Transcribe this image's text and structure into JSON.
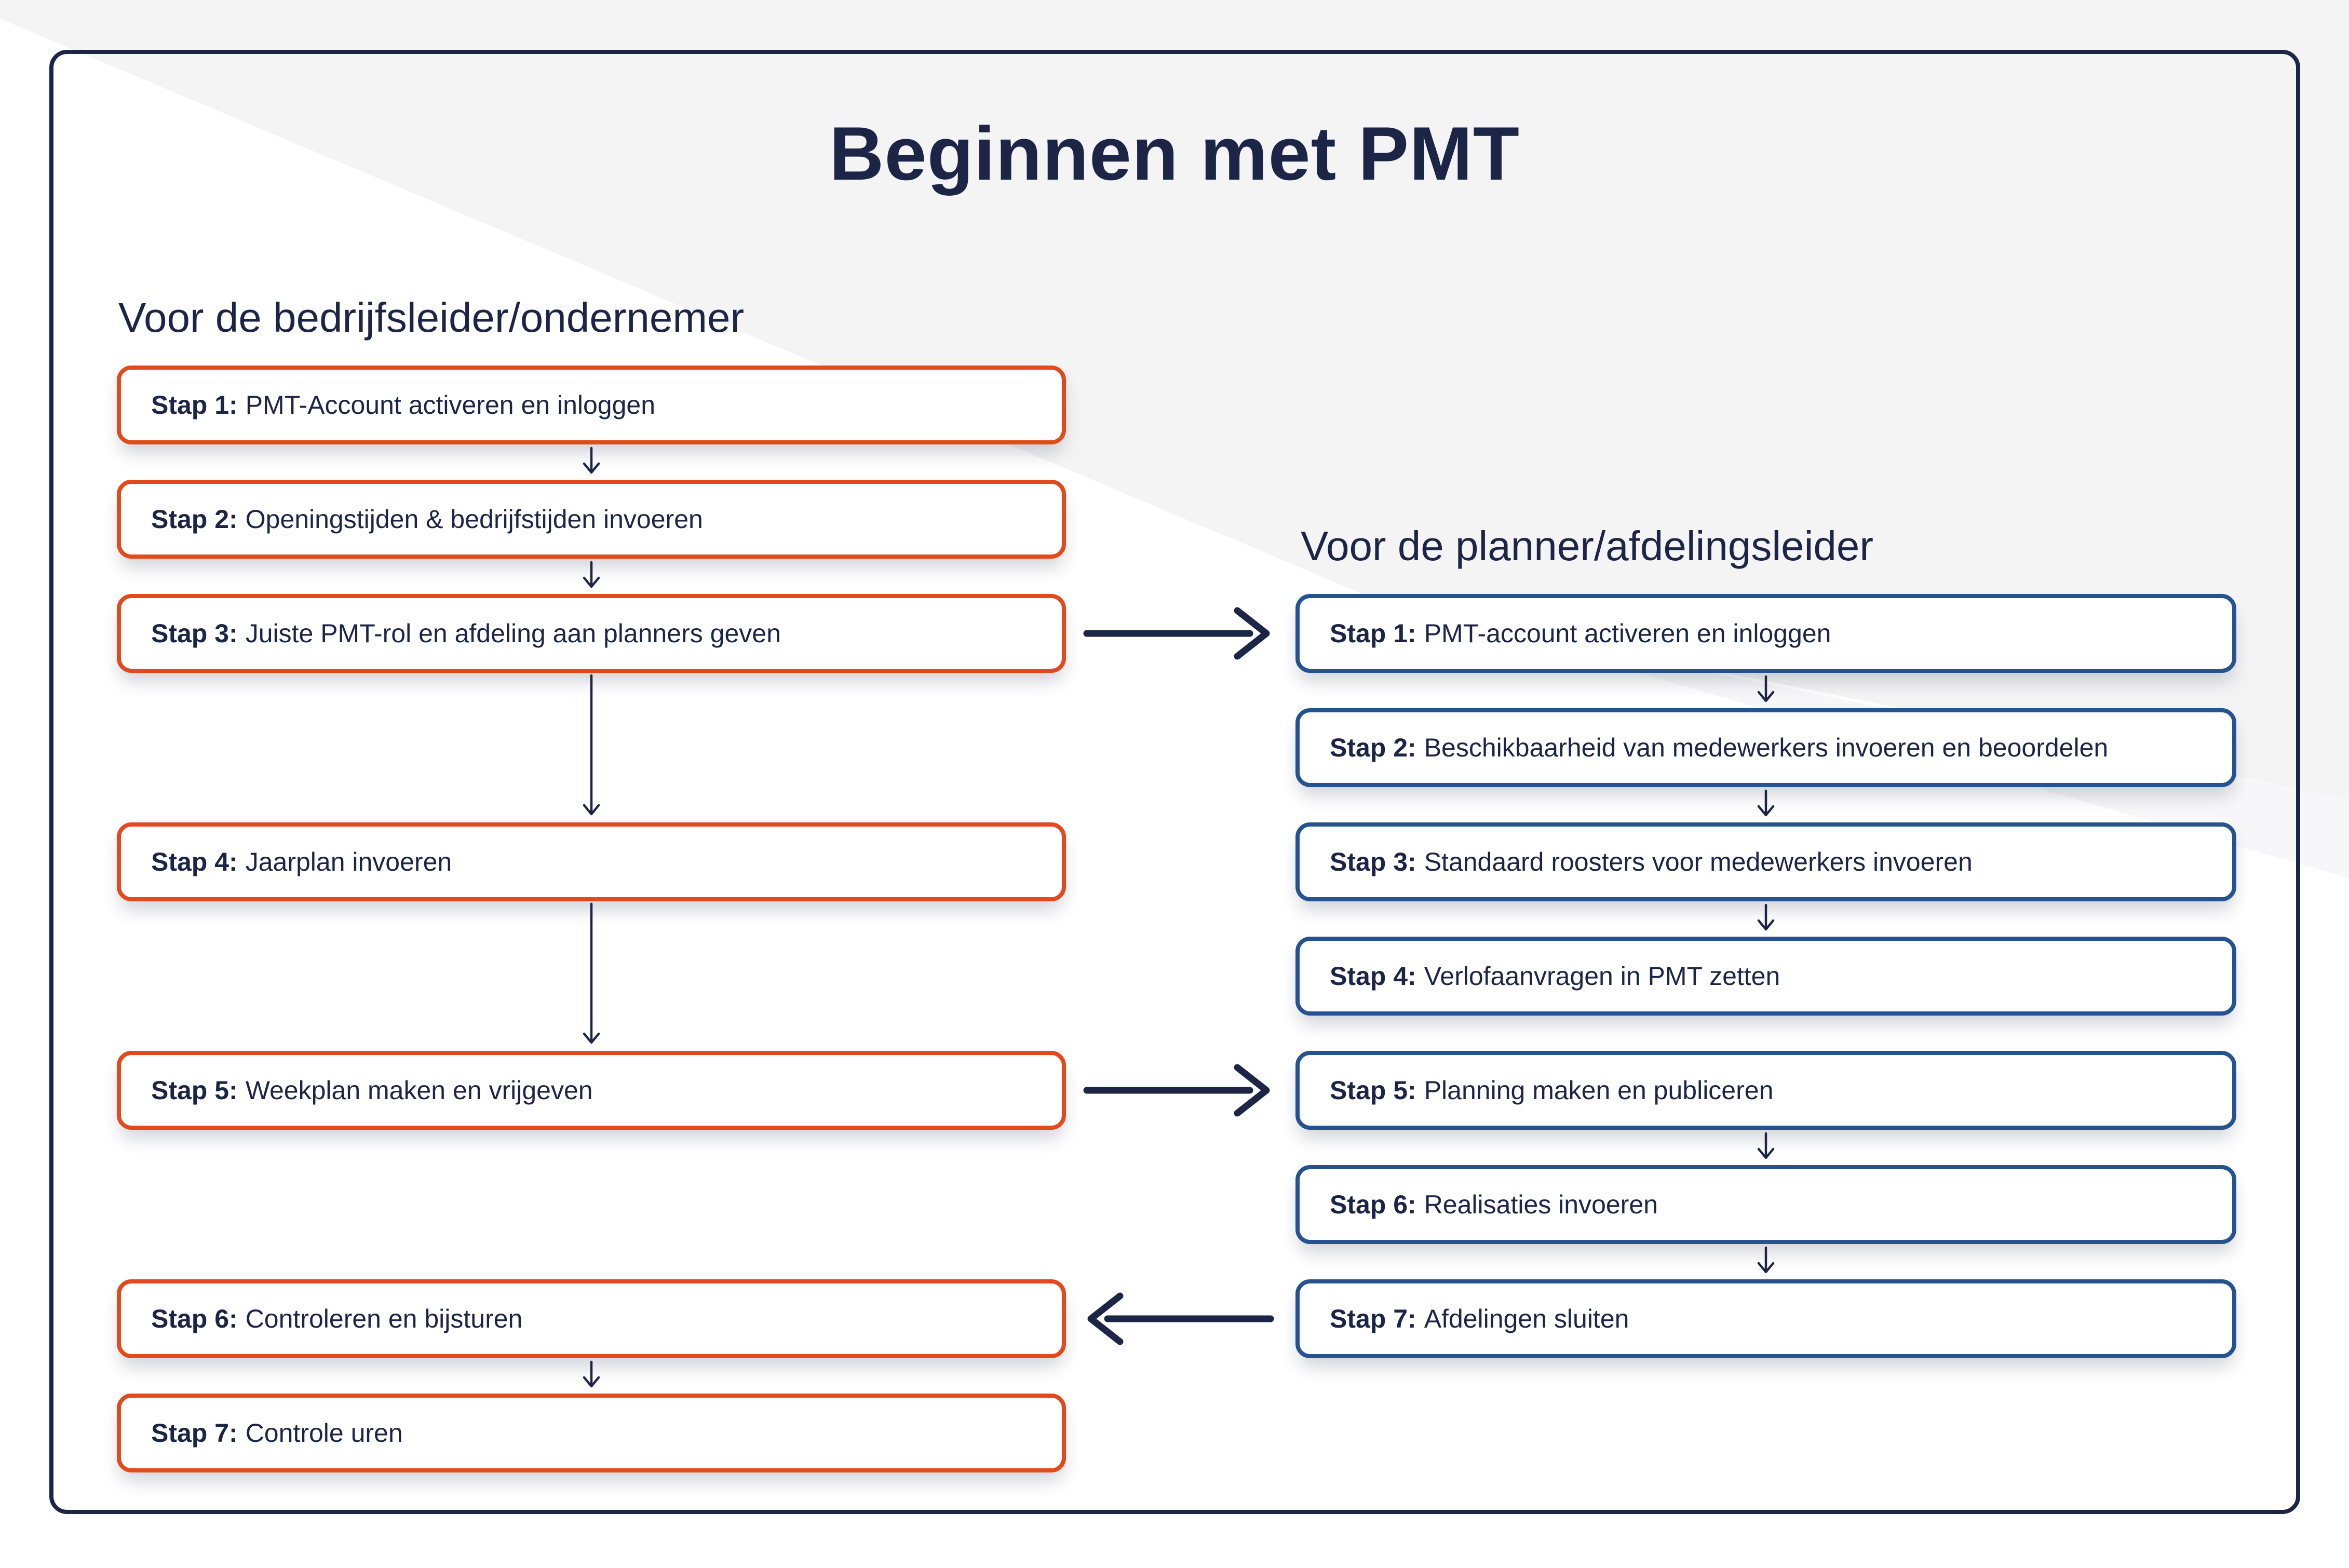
{
  "page": {
    "title": "Beginnen met PMT"
  },
  "colors": {
    "navy": "#1D2547",
    "orange": "#E2491B",
    "blue": "#25538F",
    "background_gray": "#F4F4F5"
  },
  "left_column": {
    "header": "Voor de bedrijfsleider/ondernemer",
    "steps": [
      {
        "prefix": "Stap 1:",
        "text": "PMT-Account activeren en inloggen"
      },
      {
        "prefix": "Stap 2:",
        "text": "Openingstijden & bedrijfstijden invoeren"
      },
      {
        "prefix": "Stap 3:",
        "text": "Juiste PMT-rol en afdeling aan planners geven"
      },
      {
        "prefix": "Stap 4:",
        "text": "Jaarplan invoeren"
      },
      {
        "prefix": "Stap 5:",
        "text": "Weekplan maken en vrijgeven"
      },
      {
        "prefix": "Stap 6:",
        "text": "Controleren en bijsturen"
      },
      {
        "prefix": "Stap 7:",
        "text": "Controle uren"
      }
    ]
  },
  "right_column": {
    "header": "Voor de planner/afdelingsleider",
    "steps": [
      {
        "prefix": "Stap 1:",
        "text": "PMT-account activeren en inloggen"
      },
      {
        "prefix": "Stap 2:",
        "text": "Beschikbaarheid van medewerkers invoeren en beoordelen"
      },
      {
        "prefix": "Stap 3:",
        "text": "Standaard roosters voor medewerkers invoeren"
      },
      {
        "prefix": "Stap 4:",
        "text": "Verlofaanvragen in PMT zetten"
      },
      {
        "prefix": "Stap 5:",
        "text": "Planning maken en publiceren"
      },
      {
        "prefix": "Stap 6:",
        "text": "Realisaties invoeren"
      },
      {
        "prefix": "Stap 7:",
        "text": "Afdelingen sluiten"
      }
    ]
  }
}
